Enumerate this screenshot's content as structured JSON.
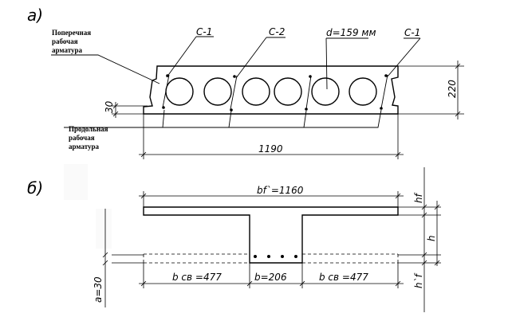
{
  "section_a": {
    "label": "а)",
    "note_transverse": [
      "Поперечная",
      "рабочая",
      "арматура"
    ],
    "note_longitudinal": [
      "Продольная",
      "рабочая",
      "арматура"
    ],
    "rebar_c1_left": "С-1",
    "rebar_c2": "С-2",
    "hole_diameter": "d=159 мм",
    "rebar_c1_right": "С-1",
    "dim_height": "220",
    "dim_bottom": "30",
    "dim_width": "1190"
  },
  "section_b": {
    "label": "б)",
    "dim_flange_width": "bf`=1160",
    "dim_hf": "hf",
    "dim_h": "h",
    "dim_hf_bottom": "h`f",
    "dim_a": "a=30",
    "dim_overhang_left": "b св =477",
    "dim_web": "b=206",
    "dim_overhang_right": "b св =477"
  },
  "colors": {
    "line": "#000000",
    "background": "#ffffff"
  }
}
